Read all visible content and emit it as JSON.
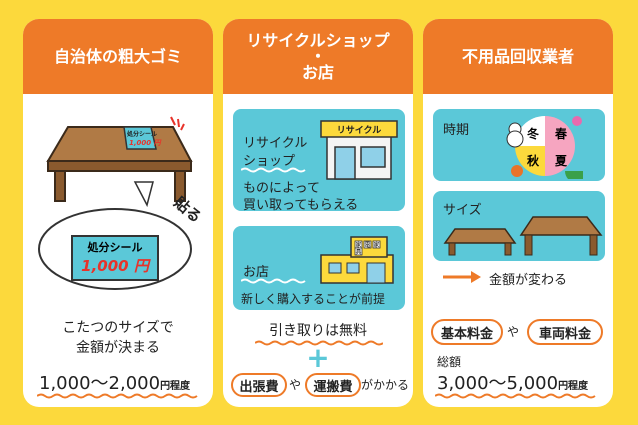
{
  "card1": {
    "title": "自治体の粗大ゴミ",
    "sticker_small_label": "処分シール",
    "sticker_small_price": "1,000 円",
    "paste_label": "貼る",
    "sticker_label": "処分シール",
    "sticker_price": "1,000 円",
    "desc_line1": "こたつのサイズで",
    "desc_line2": "金額が決まる",
    "price": "1,000〜2,000",
    "price_suffix": "円程度"
  },
  "card2": {
    "title_line1": "リサイクルショップ",
    "title_line2": "・",
    "title_line3": "お店",
    "box1_label_line1": "リサイクル",
    "box1_label_line2": "ショップ",
    "shop_sign": "リサイクル",
    "box1_desc_line1": "ものによって",
    "box1_desc_line2": "買い取ってもらえる",
    "box2_label": "お店",
    "store_sign_1": "家",
    "store_sign_2": "電",
    "store_sign_3": "家",
    "store_sign_4": "具",
    "box2_desc": "新しく購入することが前提",
    "pickup": "引き取りは無料",
    "plus": "+",
    "fee1": "出張費",
    "fee_and": "や",
    "fee2": "運搬費",
    "fee_suffix": "がかかる"
  },
  "card3": {
    "title": "不用品回収業者",
    "season_label": "時期",
    "season_winter": "冬",
    "season_spring": "春",
    "season_autumn": "秋",
    "season_summer": "夏",
    "size_label": "サイズ",
    "arrow_text": "金額が変わる",
    "fee1": "基本料金",
    "fee_and": "や",
    "fee2": "車両料金",
    "total_label": "総額",
    "price": "3,000〜5,000",
    "price_suffix": "円程度"
  },
  "colors": {
    "background": "#FCD93C",
    "header": "#EE7A28",
    "box": "#5BC8D8",
    "accent_red": "#E8332A"
  }
}
